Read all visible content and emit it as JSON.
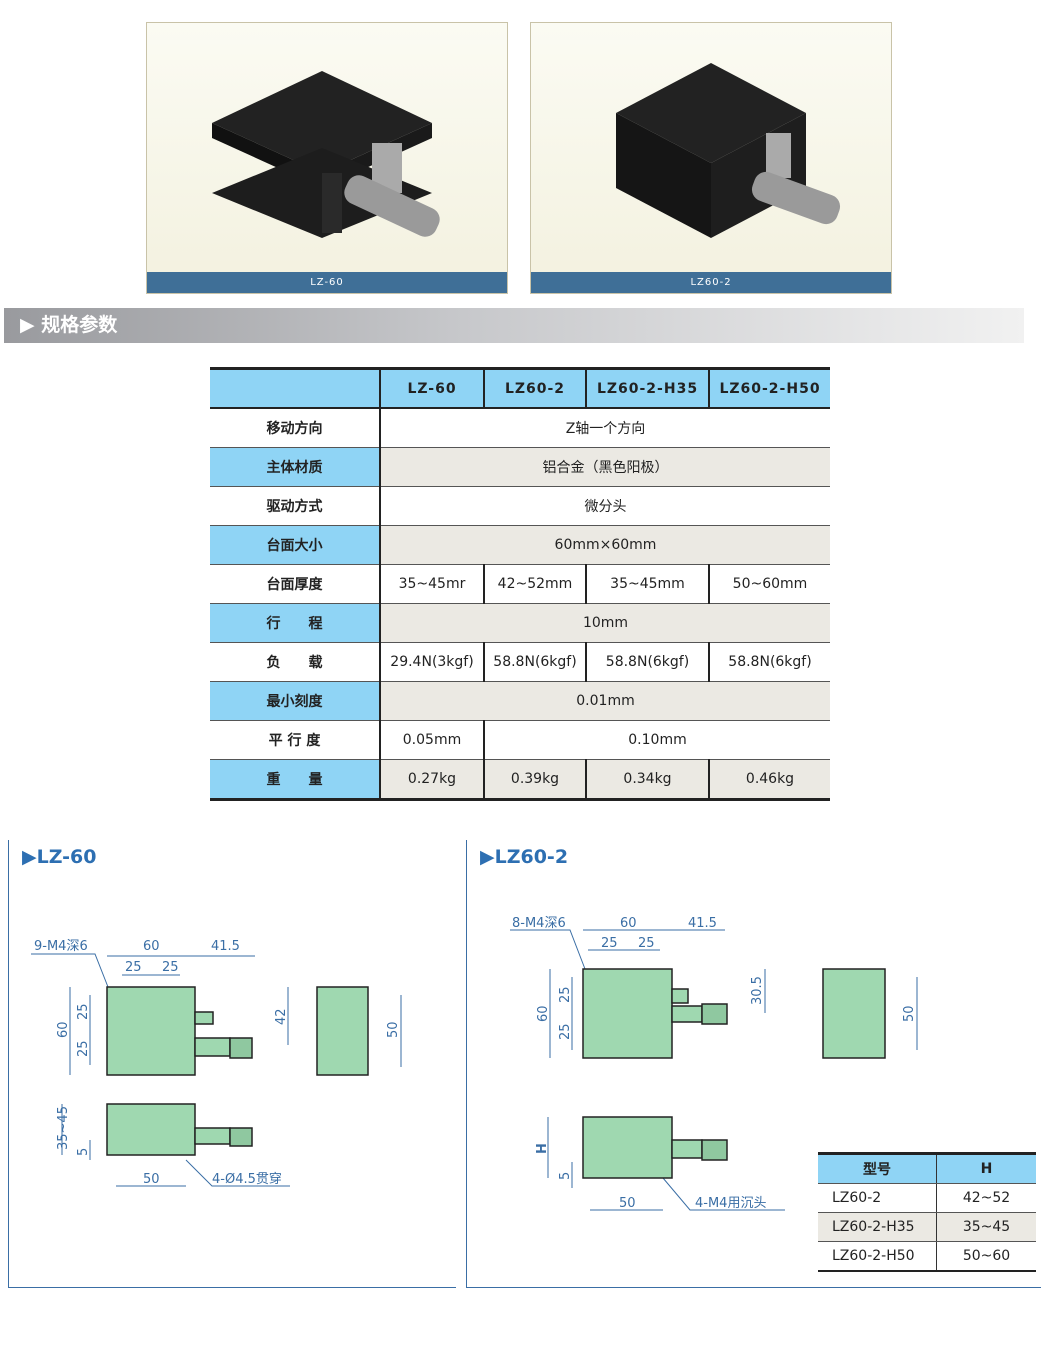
{
  "photos": [
    {
      "caption": "LZ-60"
    },
    {
      "caption": "LZ60-2"
    }
  ],
  "section_title": "▶ 规格参数",
  "spec_table": {
    "header": [
      "",
      "LZ-60",
      "LZ60-2",
      "LZ60-2-H35",
      "LZ60-2-H50"
    ],
    "rows": [
      {
        "label": "移动方向",
        "values": [
          "Z轴一个方向"
        ]
      },
      {
        "label": "主体材质",
        "values": [
          "铝合金（黑色阳极）"
        ]
      },
      {
        "label": "驱动方式",
        "values": [
          "微分头"
        ]
      },
      {
        "label": "台面大小",
        "values": [
          "60mm×60mm"
        ]
      },
      {
        "label": "台面厚度",
        "values": [
          "35~45mr",
          "42~52mm",
          "35~45mm",
          "50~60mm"
        ]
      },
      {
        "label": "行　　程",
        "values": [
          "10mm"
        ]
      },
      {
        "label": "负　　载",
        "values": [
          "29.4N(3kgf)",
          "58.8N(6kgf)",
          "58.8N(6kgf)",
          "58.8N(6kgf)"
        ]
      },
      {
        "label": "最小刻度",
        "values": [
          "0.01mm"
        ]
      },
      {
        "label": "平 行 度",
        "values": [
          "0.05mm",
          "0.10mm"
        ]
      },
      {
        "label": "重　　量",
        "values": [
          "0.27kg",
          "0.39kg",
          "0.34kg",
          "0.46kg"
        ]
      }
    ]
  },
  "drawing_lz60": {
    "title": "▶LZ-60",
    "holes": "9-M4深6",
    "w60": "60",
    "d41": "41.5",
    "d25a": "25",
    "d25b": "25",
    "h60": "60",
    "v25a": "25",
    "v25b": "25",
    "h42": "42",
    "s50": "50",
    "h3545": "35~45",
    "h5": "5",
    "b50": "50",
    "through": "4-Ø4.5贯穿"
  },
  "drawing_lz602": {
    "title": "▶LZ60-2",
    "holes": "8-M4深6",
    "w60": "60",
    "d41": "41.5",
    "d25a": "25",
    "d25b": "25",
    "h60": "60",
    "v25a": "25",
    "v25b": "25",
    "h305": "30.5",
    "s50": "50",
    "H": "H",
    "h5": "5",
    "b50": "50",
    "counter": "4-M4用沉头"
  },
  "h_table": {
    "header": [
      "型号",
      "H"
    ],
    "rows": [
      [
        "LZ60-2",
        "42~52"
      ],
      [
        "LZ60-2-H35",
        "35~45"
      ],
      [
        "LZ60-2-H50",
        "50~60"
      ]
    ]
  },
  "colors": {
    "accent": "#2d6fb2",
    "table_blue": "#8fd4f5",
    "part_green": "#9fd8b0"
  }
}
